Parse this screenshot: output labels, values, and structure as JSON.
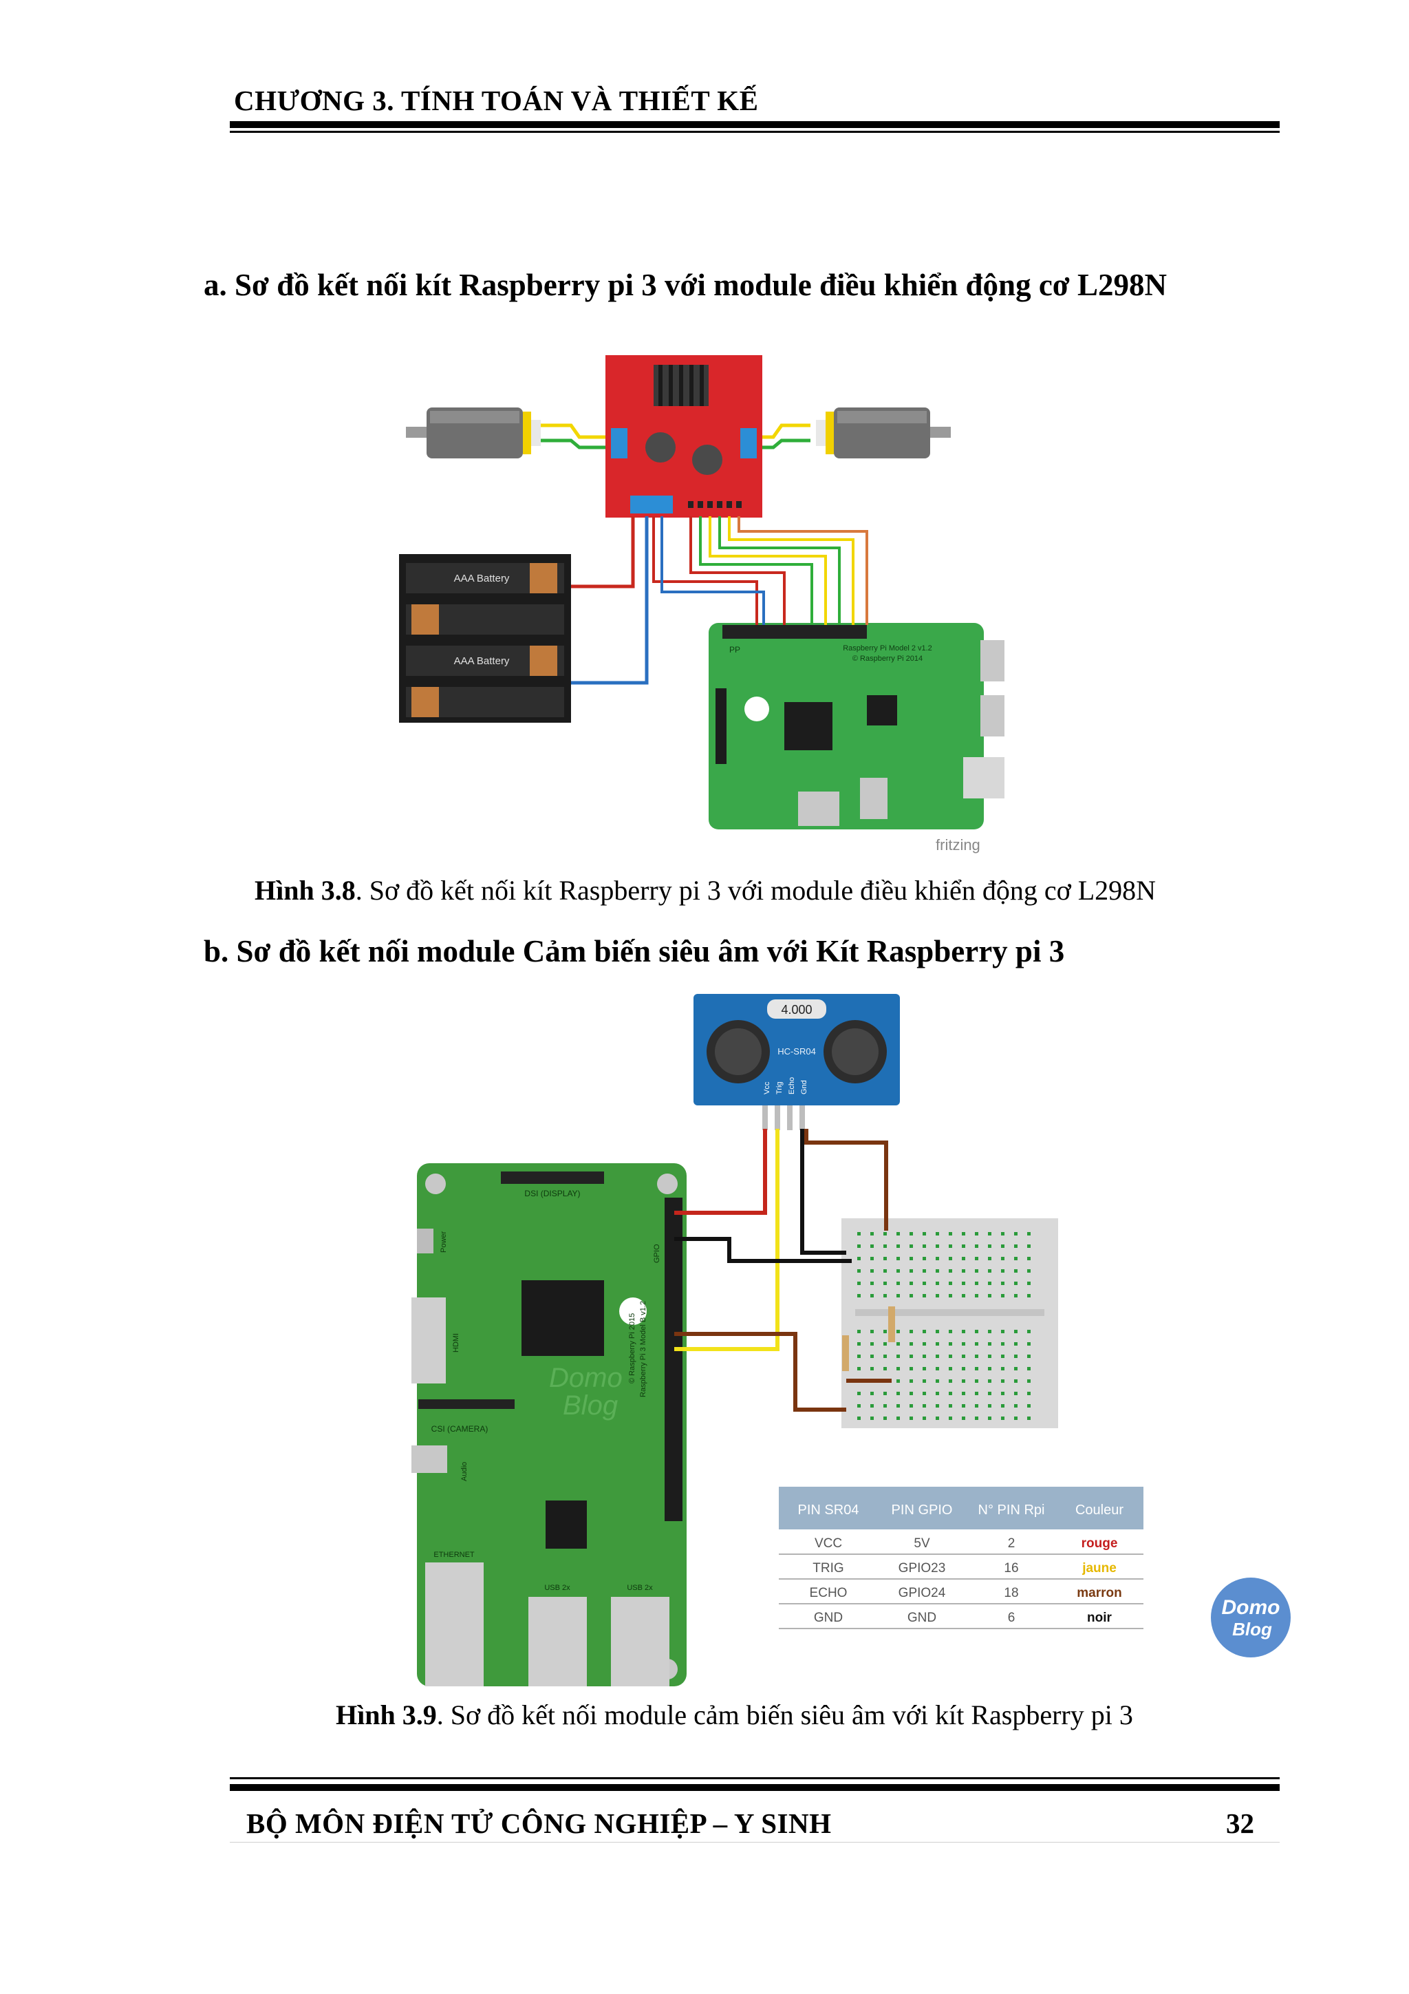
{
  "header": {
    "chapter_title": "CHƯƠNG 3. TÍNH TOÁN VÀ THIẾT KẾ"
  },
  "section_a": {
    "heading": "a. Sơ đồ kết nối kít Raspberry pi 3 với module điều khiển động cơ L298N",
    "figure": {
      "battery_label": "AAA Battery",
      "board_label": "Raspberry Pi Model 2 v1.2",
      "board_sublabel": "© Raspberry Pi 2014",
      "pp_label": "PP",
      "brand": "fritzing",
      "colors": {
        "l298n_board": "#d9262a",
        "pi_board": "#3aa84a",
        "wire_red": "#c8281e",
        "wire_blue": "#2a6fc0",
        "wire_yellow": "#f2d600",
        "wire_green": "#2fae3a",
        "wire_orange": "#d8793e",
        "battery_copper": "#c07a3c"
      }
    },
    "caption_label": "Hình 3.8",
    "caption_text": ". Sơ đồ kết nối kít Raspberry pi 3 với module điều khiển động cơ L298N"
  },
  "section_b": {
    "heading": "b. Sơ đồ kết nối module Cảm biến siêu âm với Kít Raspberry pi 3",
    "figure": {
      "sensor_crystal": "4.000",
      "sensor_model": "HC-SR04",
      "pin_labels": [
        "Vcc",
        "Trig",
        "Echo",
        "Gnd"
      ],
      "dsi_label": "DSI (DISPLAY)",
      "csi_label": "CSI (CAMERA)",
      "power_label": "Power",
      "hdmi_label": "HDMI",
      "audio_label": "Audio",
      "ethernet_label": "ETHERNET",
      "usb1_label": "USB 2x",
      "usb2_label": "USB 2x",
      "gpio_label": "GPIO",
      "board_text_1": "Raspberry Pi 3 Model B v1.2",
      "board_text_2": "© Raspberry Pi 2015",
      "watermark_1": "Domo",
      "watermark_2": "Blog",
      "pin_table": {
        "headers": [
          "PIN SR04",
          "PIN GPIO",
          "N° PIN Rpi",
          "Couleur"
        ],
        "rows": [
          [
            "VCC",
            "5V",
            "2",
            "rouge"
          ],
          [
            "TRIG",
            "GPIO23",
            "16",
            "jaune"
          ],
          [
            "ECHO",
            "GPIO24",
            "18",
            "marron"
          ],
          [
            "GND",
            "GND",
            "6",
            "noir"
          ]
        ],
        "row_colors": [
          "#c41e1e",
          "#e6b800",
          "#7a3a12",
          "#111111"
        ]
      },
      "colors": {
        "pi_board": "#3f9a3c",
        "sensor_board": "#1f6fb5",
        "wire_red": "#c4261c",
        "wire_yellow": "#f2e21a",
        "wire_brown": "#7a3510",
        "wire_black": "#111111",
        "table_header": "#9bb3c9"
      }
    },
    "caption_label": "Hình 3.9",
    "caption_text": ". Sơ đồ kết nối module cảm biến siêu âm với kít Raspberry pi 3"
  },
  "footer": {
    "department": "BỘ MÔN ĐIỆN TỬ CÔNG NGHIỆP – Y SINH",
    "page_number": "32"
  }
}
